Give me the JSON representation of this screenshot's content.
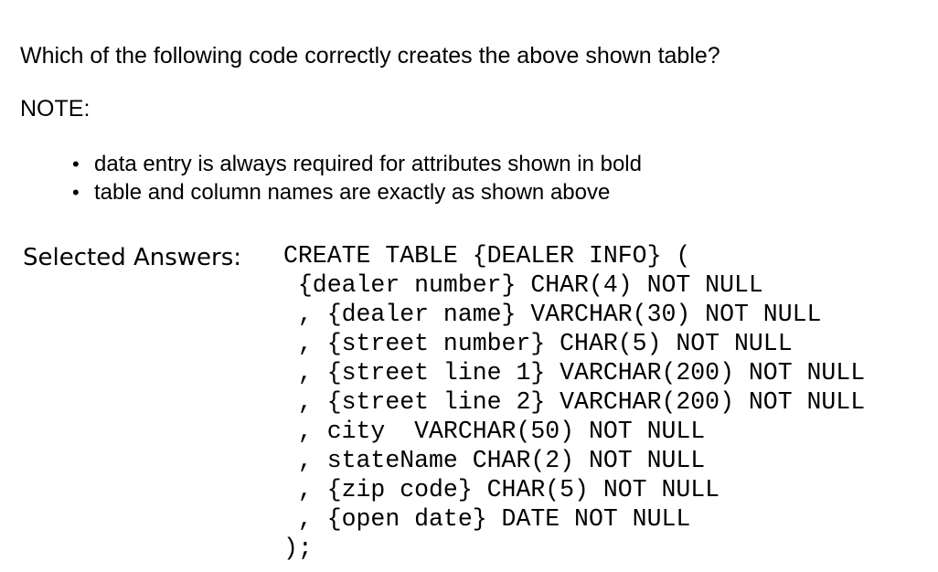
{
  "colors": {
    "background": "#ffffff",
    "text": "#000000"
  },
  "question": {
    "text": "Which of the following code correctly creates the above shown table?",
    "note_label": "NOTE:",
    "bullet_glyph": "•",
    "notes": [
      "data entry is always required for attributes shown in bold",
      "table and column names are exactly as shown above"
    ]
  },
  "answer_section": {
    "label": "Selected Answers:",
    "code_lines": [
      "CREATE TABLE {DEALER INFO} (",
      " {dealer number} CHAR(4) NOT NULL",
      " , {dealer name} VARCHAR(30) NOT NULL",
      " , {street number} CHAR(5) NOT NULL",
      " , {street line 1} VARCHAR(200) NOT NULL",
      " , {street line 2} VARCHAR(200) NOT NULL",
      " , city  VARCHAR(50) NOT NULL",
      " , stateName CHAR(2) NOT NULL",
      " , {zip code} CHAR(5) NOT NULL",
      " , {open date} DATE NOT NULL",
      ");"
    ]
  }
}
